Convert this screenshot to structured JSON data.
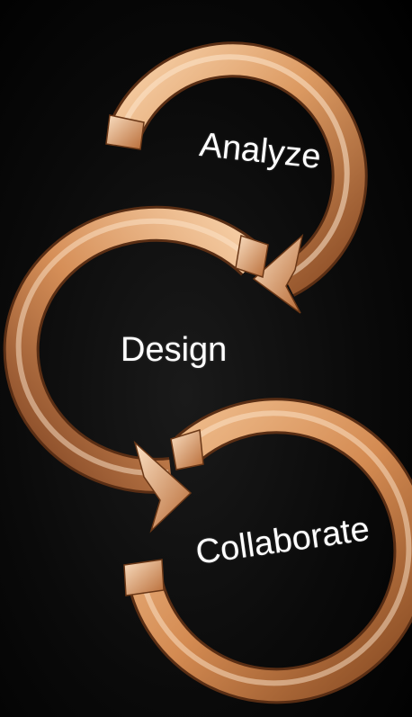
{
  "diagram": {
    "steps": [
      {
        "label": "Analyze"
      },
      {
        "label": "Design"
      },
      {
        "label": "Collaborate"
      }
    ]
  },
  "colors": {
    "background": "#000000",
    "arrow_light": "#f6c79a",
    "arrow_mid": "#d9925a",
    "arrow_dark": "#7a4220",
    "label": "#ffffff"
  }
}
